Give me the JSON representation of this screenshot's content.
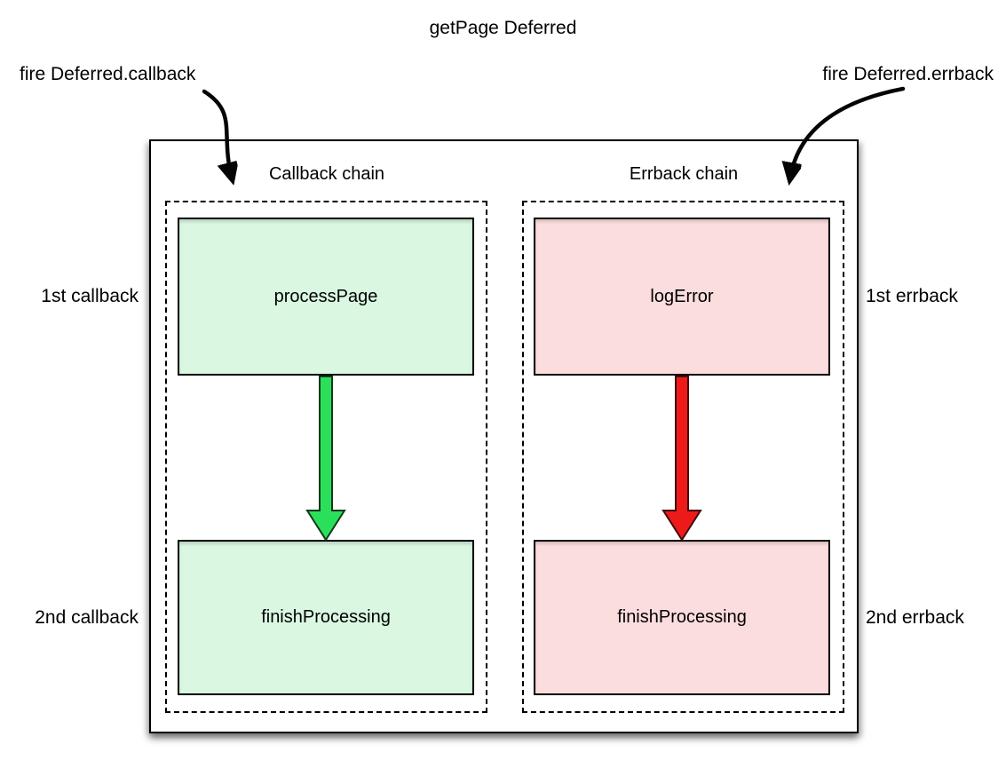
{
  "diagram": {
    "title": "getPage Deferred",
    "callback_annotation": "fire Deferred.callback",
    "errback_annotation": "fire Deferred.errback",
    "callback_chain": {
      "header": "Callback chain",
      "first_node": "processPage",
      "second_node": "finishProcessing",
      "first_label": "1st callback",
      "second_label": "2nd callback"
    },
    "errback_chain": {
      "header": "Errback chain",
      "first_node": "logError",
      "second_node": "finishProcessing",
      "first_label": "1st errback",
      "second_label": "2nd errback"
    }
  },
  "colors": {
    "text": "#000000",
    "box_border": "#000000",
    "callback_fill": "#d9f7e1",
    "errback_fill": "#fcdddd",
    "arrow_green": "#2ae05a",
    "arrow_outline_green": "#16381a",
    "arrow_red": "#ed1a1a",
    "arrow_outline_red": "#420b0b",
    "annotation_arrow": "#050505"
  }
}
